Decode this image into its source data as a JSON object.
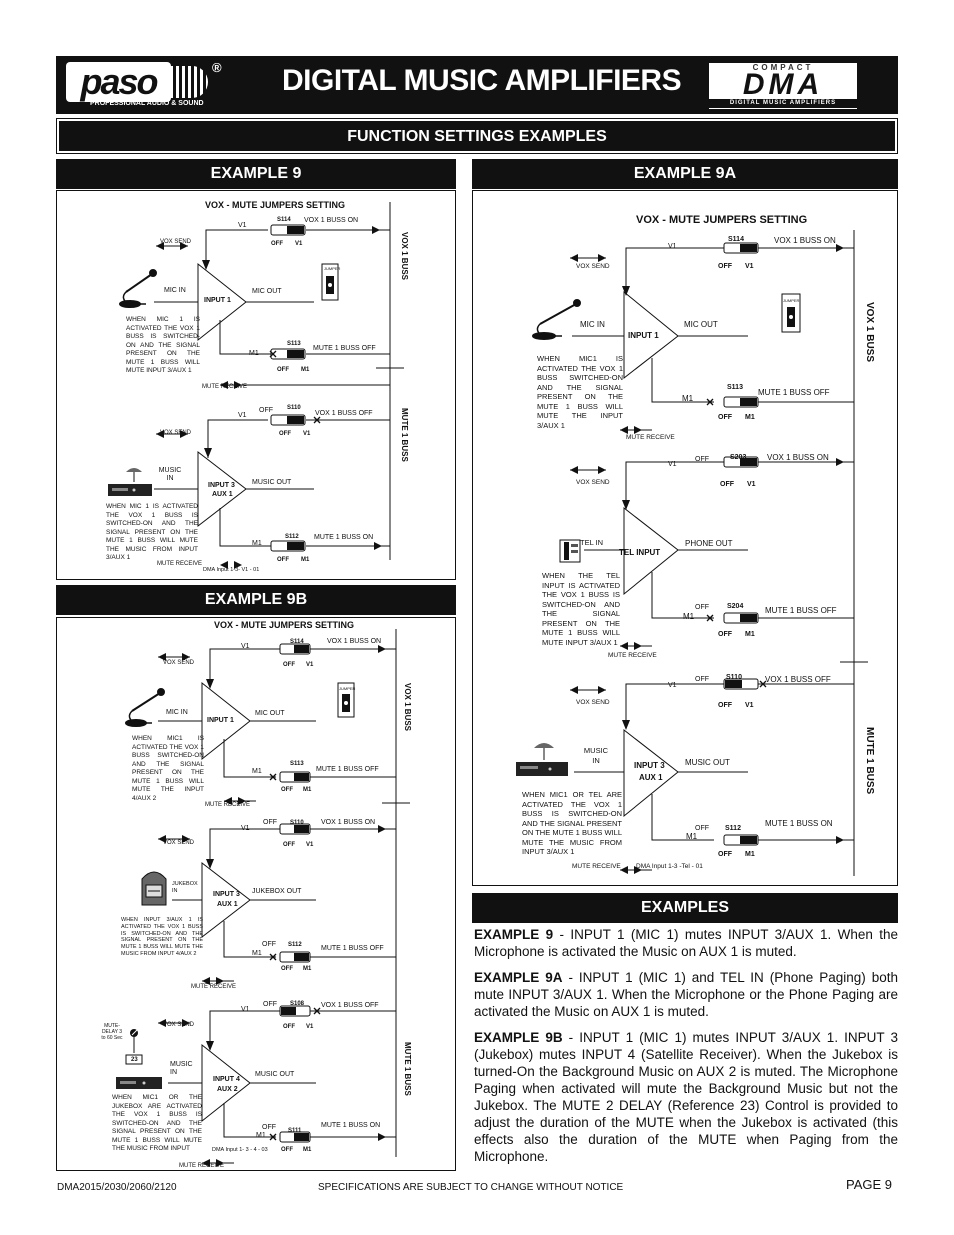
{
  "header": {
    "brand": "paso",
    "brand_tagline": "PROFESSIONAL AUDIO & SOUND",
    "registered_mark": "®",
    "title": "DIGITAL MUSIC AMPLIFIERS",
    "dma_badge": {
      "top": "COMPACT",
      "main": "DMA",
      "bottom": "DIGITAL MUSIC AMPLIFIERS"
    }
  },
  "section_title": "FUNCTION SETTINGS EXAMPLES",
  "ex9": {
    "heading": "EXAMPLE 9",
    "subtitle": "VOX - MUTE JUMPERS SETTING",
    "vox_bus": "VOX 1 BUSS",
    "mute_bus": "MUTE 1 BUSS",
    "block1": {
      "vox_send": "VOX SEND",
      "v1": "V1",
      "jumper": "S114",
      "jumper_label": "VOX 1 BUSS ON",
      "off": "OFF",
      "pin": "V1",
      "input_label": "MIC IN",
      "amp": "INPUT 1",
      "out": "MIC OUT",
      "m1": "M1",
      "mute_jumper": "S113",
      "mute_label": "MUTE 1 BUSS OFF",
      "mute_pin": "M1",
      "mute_receive": "MUTE RECEIVE",
      "note": "WHEN MIC 1 IS ACTIVATED THE VOX 1 BUSS IS SWITCHED-ON AND THE SIGNAL PRESENT ON THE MUTE 1 BUSS WILL MUTE INPUT 3/AUX 1"
    },
    "block2": {
      "vox_send": "VOX SEND",
      "v1": "V1",
      "off_lbl": "OFF",
      "jumper": "S110",
      "jumper_label": "VOX 1 BUSS OFF",
      "off": "OFF",
      "pin": "V1",
      "input_label": "MUSIC IN",
      "amp1": "INPUT 3",
      "amp2": "AUX 1",
      "out": "MUSIC OUT",
      "m1": "M1",
      "mute_jumper": "S112",
      "mute_label": "MUTE 1 BUSS ON",
      "mute_pin": "M1",
      "mute_receive": "MUTE RECEIVE",
      "ref": "DMA Input 1-3- V1 - 01",
      "note": "WHEN MIC 1 IS ACTIVATED THE VOX 1 BUSS IS SWITCHED-ON AND THE SIGNAL PRESENT ON THE MUTE 1 BUSS WILL MUTE THE MUSIC FROM INPUT 3/AUX 1"
    },
    "jumper_icon": "JUMPER"
  },
  "ex9b": {
    "heading": "EXAMPLE 9B",
    "subtitle": "VOX - MUTE JUMPERS SETTING",
    "vox_bus": "VOX 1 BUSS",
    "mute_bus": "MUTE 1 BUSS",
    "block1": {
      "vox_send": "VOX SEND",
      "v1": "V1",
      "jumper": "S114",
      "jumper_label": "VOX 1 BUSS ON",
      "off": "OFF",
      "pin": "V1",
      "input_label": "MIC IN",
      "amp": "INPUT 1",
      "out": "MIC OUT",
      "m1": "M1",
      "mute_jumper": "S113",
      "mute_label": "MUTE 1 BUSS OFF",
      "mute_pin": "M1",
      "mute_receive": "MUTE RECEIVE",
      "note": "WHEN MIC1 IS ACTIVATED THE VOX 1 BUSS SWITCHED-ON AND THE SIGNAL PRESENT ON THE MUTE 1 BUSS WILL MUTE THE INPUT 4/AUX 2"
    },
    "block2": {
      "vox_send": "VOX SEND",
      "v1": "V1",
      "off_lbl": "OFF",
      "jumper": "S110",
      "jumper_label": "VOX 1 BUSS ON",
      "off": "OFF",
      "pin": "V1",
      "input_label": "JUKEBOX IN",
      "amp1": "INPUT 3",
      "amp2": "AUX 1",
      "out": "JUKEBOX OUT",
      "m1": "M1",
      "mute_off": "OFF",
      "mute_jumper": "S112",
      "mute_label": "MUTE 1 BUSS OFF",
      "mute_pin": "M1",
      "mute_receive": "MUTE RECEIVE",
      "note": "WHEN INPUT 3/AUX 1 IS ACTIVATED THE VOX 1 BUSS IS SWITCHED-ON AND THE SIGNAL PRESENT ON THE MUTE 1 BUSS WILL MUTE THE MUSIC FROM INPUT 4/AUX 2"
    },
    "block3": {
      "vox_send": "VOX SEND",
      "v1": "V1",
      "off_lbl": "OFF",
      "jumper": "S108",
      "jumper_label": "VOX 1 BUSS OFF",
      "off": "OFF",
      "pin": "V1",
      "delay_label": "MUTE-DELAY 3 to 60 Sec",
      "delay_ref": "23",
      "input_label": "MUSIC IN",
      "amp1": "INPUT 4",
      "amp2": "AUX 2",
      "out": "MUSIC OUT",
      "m1": "M1",
      "mute_off": "OFF",
      "mute_jumper": "S111",
      "mute_label": "MUTE 1 BUSS ON",
      "mute_pin": "M1",
      "mute_receive": "MUTE RECEIVE",
      "ref": "DMA Input 1- 3 - 4 - 03",
      "note": "WHEN MIC1 OR THE JUKEBOX ARE ACTIVATED THE VOX 1 BUSS IS SWITCHED-ON AND THE SIGNAL PRESENT ON THE MUTE 1 BUSS WILL MUTE THE MUSIC FROM INPUT"
    },
    "jumper_icon": "JUMPER"
  },
  "ex9a": {
    "heading": "EXAMPLE 9A",
    "subtitle": "VOX - MUTE JUMPERS SETTING",
    "vox_bus": "VOX 1 BUSS",
    "mute_bus": "MUTE 1 BUSS",
    "block1": {
      "vox_send": "VOX SEND",
      "v1": "V1",
      "jumper": "S114",
      "jumper_label": "VOX 1 BUSS ON",
      "off": "OFF",
      "pin": "V1",
      "input_label": "MIC IN",
      "amp": "INPUT 1",
      "out": "MIC OUT",
      "m1": "M1",
      "mute_jumper": "S113",
      "mute_label": "MUTE 1 BUSS OFF",
      "mute_pin": "M1",
      "mute_receive": "MUTE RECEIVE",
      "note": "WHEN MIC1 IS ACTIVATED THE VOX 1 BUSS SWITCHED-ON AND THE SIGNAL PRESENT ON THE MUTE 1 BUSS WILL MUTE THE INPUT 3/AUX 1"
    },
    "block2": {
      "vox_send": "VOX SEND",
      "v1": "V1",
      "off_lbl": "OFF",
      "jumper": "S203",
      "jumper_label": "VOX 1 BUSS ON",
      "off": "OFF",
      "pin": "V1",
      "input_label": "TEL IN",
      "amp": "TEL INPUT",
      "out": "PHONE OUT",
      "m1": "M1",
      "mute_off": "OFF",
      "mute_jumper": "S204",
      "mute_label": "MUTE 1 BUSS OFF",
      "mute_pin": "M1",
      "mute_receive": "MUTE RECEIVE",
      "note": "WHEN THE TEL INPUT IS ACTIVATED THE VOX 1 BUSS IS SWITCHED-ON AND THE SIGNAL PRESENT ON THE MUTE 1 BUSS WILL MUTE INPUT 3/AUX 1"
    },
    "block3": {
      "vox_send": "VOX SEND",
      "v1": "V1",
      "off_lbl": "OFF",
      "jumper": "S110",
      "jumper_label": "VOX 1 BUSS OFF",
      "off": "OFF",
      "pin": "V1",
      "input_label": "MUSIC IN",
      "amp1": "INPUT 3",
      "amp2": "AUX 1",
      "out": "MUSIC OUT",
      "m1": "M1",
      "mute_off": "OFF",
      "mute_jumper": "S112",
      "mute_label": "MUTE 1 BUSS ON",
      "mute_pin": "M1",
      "mute_receive": "MUTE RECEIVE",
      "ref": "DMA Input 1-3 -Tel - 01",
      "note": "WHEN MIC1 OR TEL ARE ACTIVATED THE VOX 1 BUSS IS SWITCHED-ON AND THE SIGNAL PRESENT ON THE MUTE 1 BUSS WILL MUTE THE MUSIC FROM INPUT 3/AUX 1"
    },
    "jumper_icon": "JUMPER"
  },
  "examples": {
    "heading": "EXAMPLES",
    "ex9_label": "EXAMPLE 9",
    "ex9_text": " - INPUT 1 (MIC 1) mutes INPUT 3/AUX 1. When the Microphone is activated the Music on AUX 1 is muted.",
    "ex9a_label": "EXAMPLE 9A",
    "ex9a_text": " - INPUT 1 (MIC 1) and TEL IN (Phone Paging) both mute INPUT 3/AUX 1. When the Microphone or the Phone Paging are activated the Music on AUX 1 is muted.",
    "ex9b_label": "EXAMPLE 9B",
    "ex9b_text": " - INPUT 1 (MIC 1) mutes INPUT 3/AUX 1. INPUT 3 (Jukebox) mutes INPUT 4 (Satellite Receiver). When the Jukebox is turned-On the Background Music on AUX 2 is muted.  The Microphone Paging when activated will mute the Background Music but not the Jukebox. The MUTE 2 DELAY (Reference 23) Control is provided to adjust the duration of the MUTE when the Jukebox is activated (this effects also the duration of the MUTE when Paging from the Microphone."
  },
  "footer": {
    "models": "DMA2015/2030/2060/2120",
    "notice": "SPECIFICATIONS ARE SUBJECT TO CHANGE WITHOUT NOTICE",
    "page": "PAGE 9"
  }
}
